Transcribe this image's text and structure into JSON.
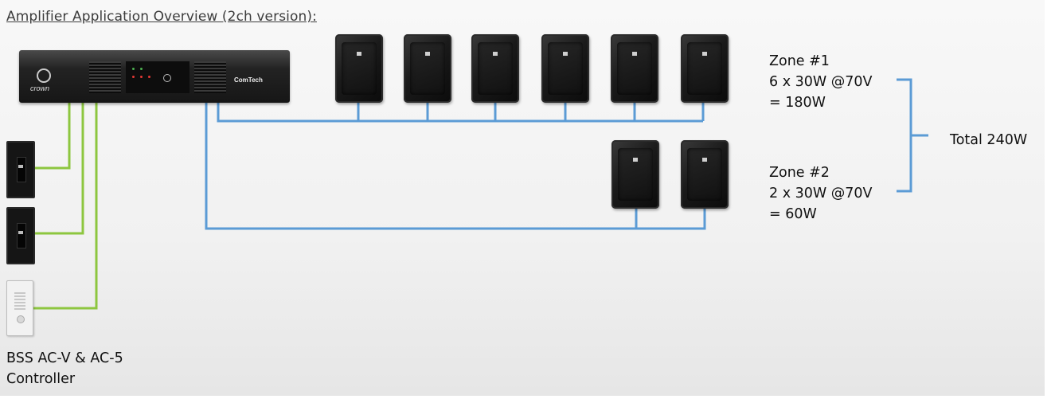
{
  "title": "Amplifier Application Overview (2ch version):",
  "amplifier": {
    "brand": "crown",
    "model": "ComTech"
  },
  "zones": [
    {
      "name": "Zone #1",
      "spec": "6 x 30W @70V",
      "total": "= 180W",
      "speaker_count": 6
    },
    {
      "name": "Zone #2",
      "spec": "2 x 30W @70V",
      "total": "= 60W",
      "speaker_count": 2
    }
  ],
  "total": "Total 240W",
  "controller": {
    "line1": "BSS AC-V & AC-5",
    "line2": "Controller"
  },
  "colors": {
    "speaker_wire": "#5b9bd5",
    "control_wire": "#8dc63f",
    "bracket": "#5b9bd5"
  },
  "icons": [
    "amplifier-icon",
    "speaker-icon",
    "ac-v-wall-controller-icon",
    "ac-5-wall-controller-icon"
  ]
}
